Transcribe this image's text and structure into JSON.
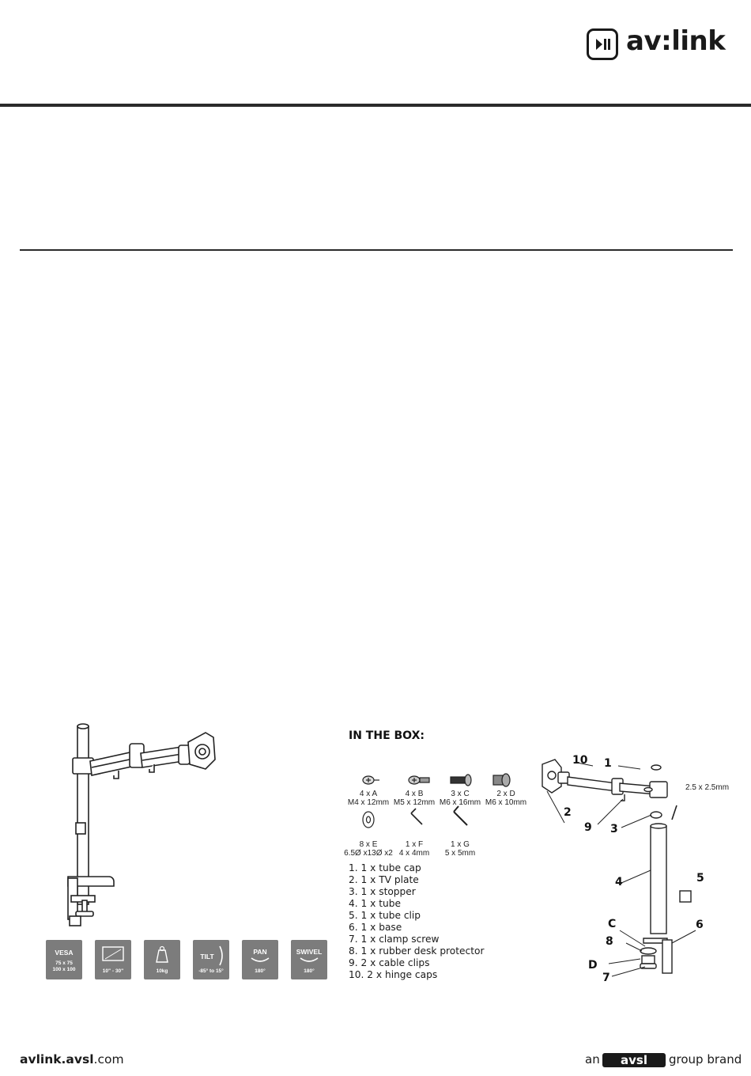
{
  "header": {
    "logo_text": "av:link"
  },
  "specs": [
    {
      "title": "VESA",
      "sub1": "75 x 75",
      "sub2": "100 x 100"
    },
    {
      "title": "",
      "sub1": "10\" - 30\"",
      "sub2": ""
    },
    {
      "title": "",
      "sub1": "10kg",
      "sub2": ""
    },
    {
      "title": "TILT",
      "sub1": "-85° to 15°",
      "sub2": ""
    },
    {
      "title": "PAN",
      "sub1": "180°",
      "sub2": ""
    },
    {
      "title": "SWIVEL",
      "sub1": "180°",
      "sub2": ""
    }
  ],
  "in_the_box": {
    "title": "IN THE BOX:",
    "hardware": [
      {
        "qty": "4 x A",
        "size": "M4 x 12mm"
      },
      {
        "qty": "4 x B",
        "size": "M5 x 12mm"
      },
      {
        "qty": "3 x C",
        "size": "M6 x 16mm"
      },
      {
        "qty": "2 x D",
        "size": "M6 x 10mm"
      },
      {
        "qty": "8 x E",
        "size": "6.5Ø x13Ø x2"
      },
      {
        "qty": "1 x F",
        "size": "4 x 4mm"
      },
      {
        "qty": "1 x G",
        "size": "5 x 5mm"
      }
    ],
    "parts": [
      "1. 1 x tube cap",
      "2. 1 x TV plate",
      "3. 1 x stopper",
      "4. 1 x tube",
      "5. 1 x tube clip",
      "6. 1 x base",
      "7. 1 x clamp screw",
      "8. 1 x rubber desk protector",
      "9. 2 x cable clips",
      "10. 2 x hinge caps"
    ]
  },
  "diagram": {
    "callouts": [
      "10",
      "1",
      "2",
      "9",
      "3",
      "4",
      "5",
      "C",
      "6",
      "8",
      "D",
      "7"
    ],
    "hex_key_note": "2.5 x 2.5mm"
  },
  "footer": {
    "url_bold": "avlink.avsl",
    "url_rest": ".com",
    "brand_prefix": "an",
    "brand_logo_text": "avsl",
    "brand_suffix": "group brand"
  },
  "colors": {
    "ink": "#1a1a1a",
    "spec_tile": "#7c7c7c"
  }
}
